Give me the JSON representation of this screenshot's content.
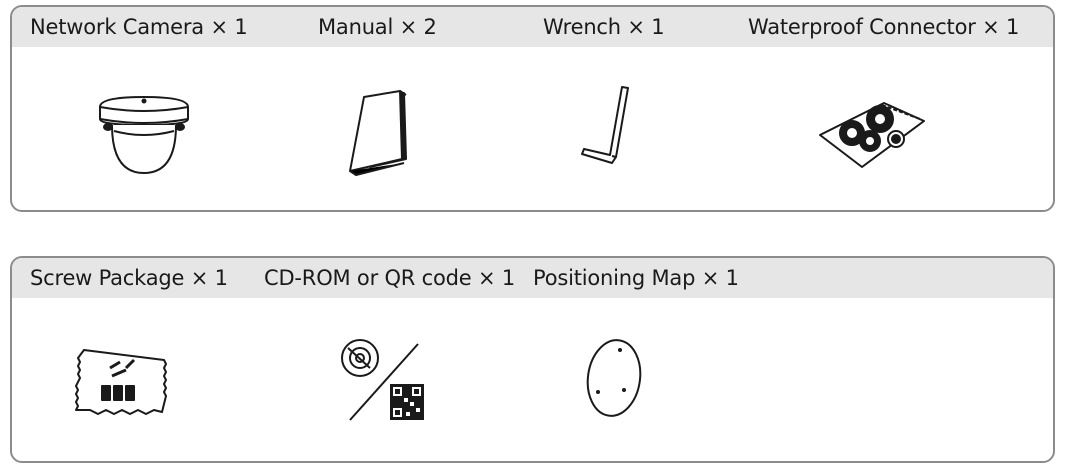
{
  "panels": [
    {
      "items": [
        {
          "label": "Network Camera × 1",
          "icon": "dome-camera-icon"
        },
        {
          "label": "Manual × 2",
          "icon": "manual-book-icon"
        },
        {
          "label": "Wrench × 1",
          "icon": "hex-wrench-icon"
        },
        {
          "label": "Waterproof Connector × 1",
          "icon": "waterproof-connector-icon"
        }
      ]
    },
    {
      "items": [
        {
          "label": "Screw Package × 1",
          "icon": "screw-package-icon"
        },
        {
          "label": "CD-ROM or QR code × 1",
          "icon": "cd-qr-code-icon"
        },
        {
          "label": "Positioning Map × 1",
          "icon": "positioning-map-icon"
        }
      ]
    }
  ]
}
